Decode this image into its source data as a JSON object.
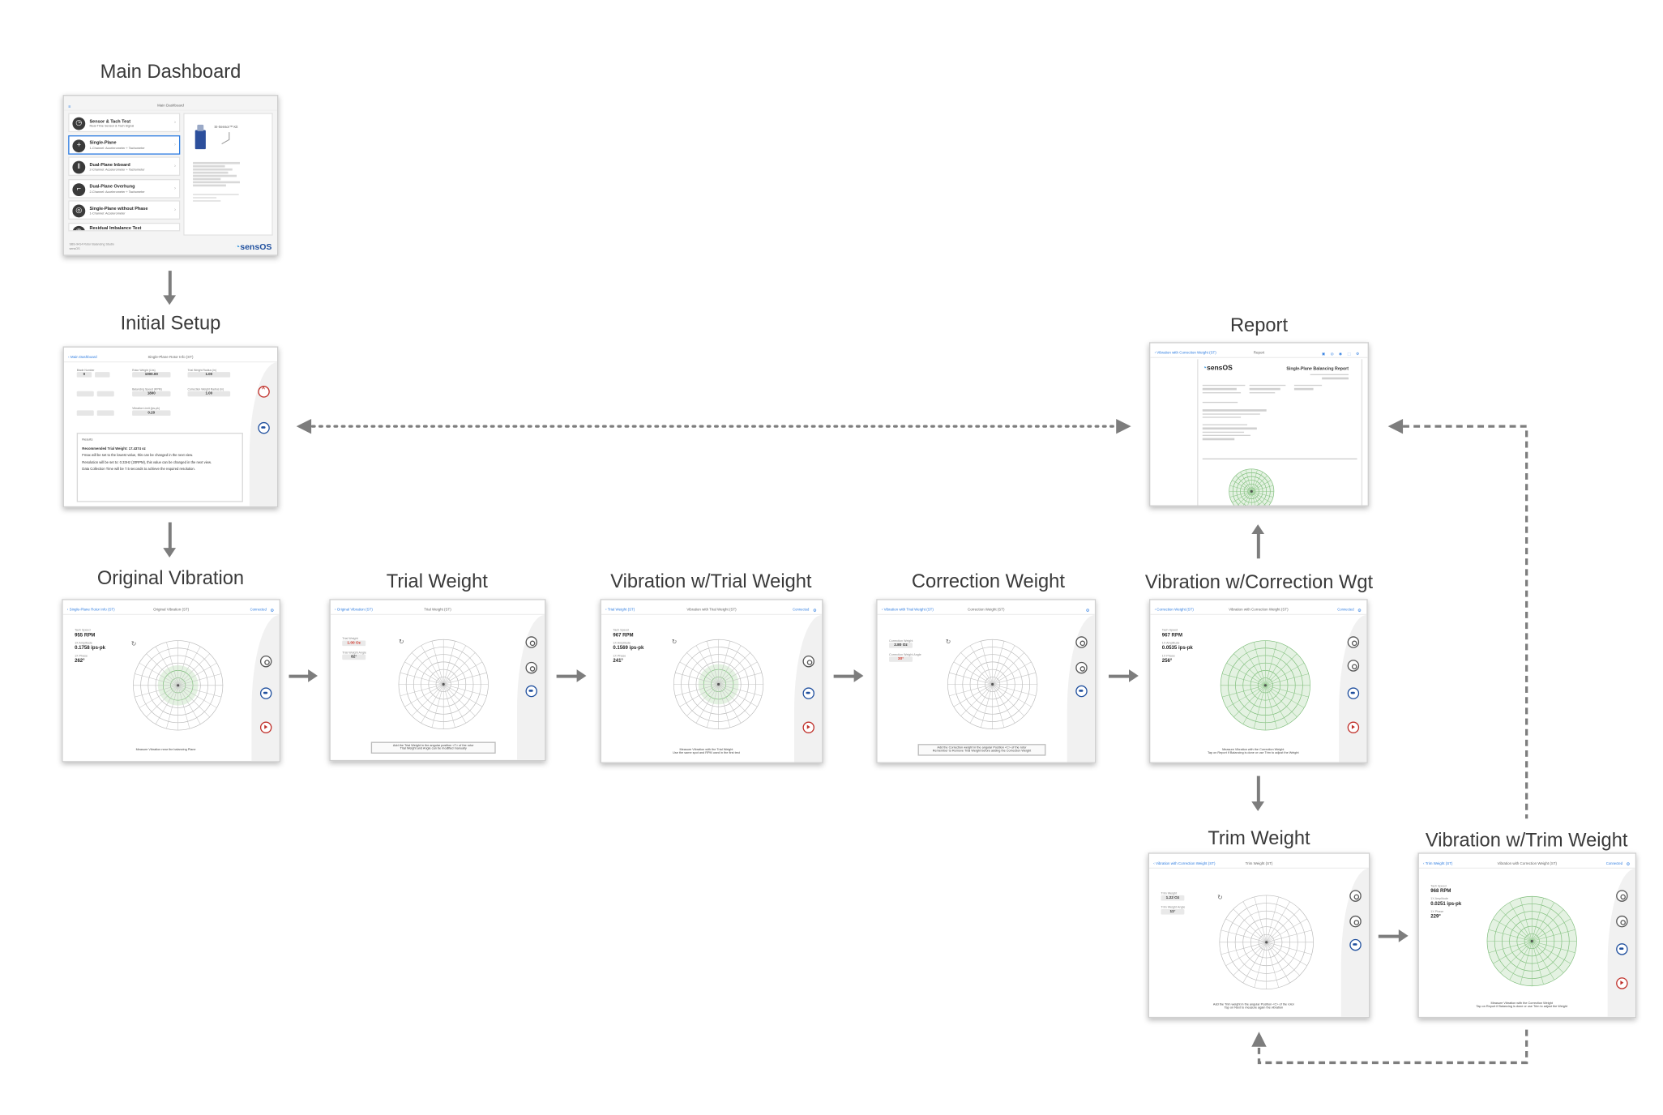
{
  "nodes": {
    "main_dashboard": {
      "title": "Main Dashboard"
    },
    "initial_setup": {
      "title": "Initial Setup"
    },
    "original_vibration": {
      "title": "Original Vibration"
    },
    "trial_weight": {
      "title": "Trial Weight"
    },
    "vibration_trial_weight": {
      "title": "Vibration w/Trial Weight"
    },
    "correction_weight": {
      "title": "Correction Weight"
    },
    "vibration_correction_wgt": {
      "title": "Vibration w/Correction Wgt"
    },
    "report": {
      "title": "Report"
    },
    "trim_weight": {
      "title": "Trim Weight"
    },
    "vibration_trim_weight": {
      "title": "Vibration w/Trim Weight"
    }
  },
  "dashboard": {
    "nav_title": "Main Dashboard",
    "menu": [
      {
        "title": "Sensor & Tach Test",
        "subtitle": "Real-Time Sensor & Tach Signal",
        "icon": "◷"
      },
      {
        "title": "Single-Plane",
        "subtitle": "1-Channel: Accelerometer + Tachometer",
        "icon": "+"
      },
      {
        "title": "Dual-Plane Inboard",
        "subtitle": "2-Channel: Accelerometer + Tachometer",
        "icon": "‖"
      },
      {
        "title": "Dual-Plane Overhung",
        "subtitle": "2-Channel: Accelerometer + Tachometer",
        "icon": "⌐"
      },
      {
        "title": "Single-Plane without Phase",
        "subtitle": "1-Channel: Accelerometer",
        "icon": "◎"
      },
      {
        "title": "Residual Imbalance Test",
        "subtitle": "",
        "icon": "◉"
      }
    ],
    "detail_label": "SI-Sensor™ Kit",
    "footer_line1": "SBS-9414 Rotor Balancing Studio",
    "footer_line2": "sensOS",
    "logo": {
      "mark": "◔",
      "text": "sensOS"
    }
  },
  "setup": {
    "back_label": "Main Dashboard",
    "nav_title": "Single-Plane Rotor Info (ST)",
    "fields": [
      {
        "label": "Blade Number",
        "value": "0"
      },
      {
        "label": "Rotor Weight (Lbs)",
        "value": "1000.00"
      },
      {
        "label": "Trial Weight Radius (in)",
        "value": "1.00"
      },
      {
        "label": "Balancing Speed (RPM)",
        "value": "1800"
      },
      {
        "label": "Correction Weight Radius (in)",
        "value": "1.00"
      },
      {
        "label": "Vibration Limit (ips-pk)",
        "value": "0.20"
      }
    ],
    "results_title": "Results",
    "results_lines": [
      "Recommended Trial Weight: 17.4374 oz",
      "Fmax will be set to the lowest value, this can be changed in the next view.",
      "Resolution will be set to: 0.33Hz (20RPM), this value can be changed in the next view.",
      "Data Collection Time will be 7.5 seconds to achieve the required resolution."
    ]
  },
  "original": {
    "back_label": "Single-Plane Rotor Info (ST)",
    "nav_title": "Original Vibration (ST)",
    "conn": "Connected",
    "speed_label": "Tach Speed",
    "speed": "955 RPM",
    "amp_label": "1X Amplitude",
    "amp": "0.1758 ips-pk",
    "phase_label": "1X Phase",
    "phase": "262°",
    "footer": "Measure Vibration near the balancing Plane"
  },
  "trial": {
    "back_label": "Original Vibration (ST)",
    "nav_title": "Trial Weight (ST)",
    "weight_label": "Trial Weight",
    "weight": "1.00 Oz",
    "angle_label": "Trial Weight Angle",
    "angle": "82°",
    "footer1": "Add the Trial Weight in the angular position <T> of the rotor",
    "footer2": "Trial Weight and Angle can be modified manually"
  },
  "vtrial": {
    "back_label": "Trial Weight (ST)",
    "nav_title": "Vibration with Trial Weight (ST)",
    "conn": "Connected",
    "speed_label": "Tach Speed",
    "speed": "967 RPM",
    "amp_label": "1X Amplitude",
    "amp": "0.1569 ips-pk",
    "phase_label": "1X Phase",
    "phase": "241°",
    "footer1": "Measure Vibration with the Trial Weight",
    "footer2": "Use the same spot and RPM used in the first test"
  },
  "correction": {
    "back_label": "Vibration with Trial Weight (ST)",
    "nav_title": "Correction Weight (ST)",
    "weight_label": "Correction Weight",
    "weight": "2.80 Oz",
    "angle_label": "Correction Weight Angle",
    "angle": "30°",
    "footer1": "Add the Correction weight in the angular Position <C> of the rotor",
    "footer2": "Remember to Remove Trial Weight before adding the Correction Weight"
  },
  "vcorrection": {
    "back_label": "Correction Weight (ST)",
    "nav_title": "Vibration with Correction Weight (ST)",
    "conn": "Connected",
    "speed_label": "Tach Speed",
    "speed": "967 RPM",
    "amp_label": "1X Amplitude",
    "amp": "0.0535 ips-pk",
    "phase_label": "1X Phase",
    "phase": "256°",
    "footer1": "Measure Vibration with the Correction Weight",
    "footer2": "Tap on Report if Balancing is done or use Trim to adjust the Weight"
  },
  "report": {
    "back_label": "Vibration with Correction Weight (ST)",
    "nav_title": "Report",
    "logo_text": "sensOS",
    "report_title": "Single-Plane Balancing Report"
  },
  "trim": {
    "back_label": "Vibration with Correction Weight (ST)",
    "nav_title": "Trim Weight (ST)",
    "weight_label": "Trim Weight",
    "weight": "1.22 Oz",
    "angle_label": "Trim Weight Angle",
    "angle": "11°",
    "footer1": "Add the Trim weight in the angular Position <C> of the rotor",
    "footer2": "Tap on Next to measure again the vibration"
  },
  "vtrim": {
    "back_label": "Trim Weight (ST)",
    "nav_title": "Vibration with Correction Weight (ST)",
    "conn": "Connected",
    "speed_label": "Tach Speed",
    "speed": "968 RPM",
    "amp_label": "1X Amplitude",
    "amp": "0.0251 ips-pk",
    "phase_label": "1X Phase",
    "phase": "229°",
    "footer1": "Measure Vibration with the Correction Weight",
    "footer2": "Tap on Report if Balancing is done or use Trim to adjust the Weight"
  },
  "colors": {
    "arrow": "#7d7d7d",
    "ios_blue": "#2f7de1",
    "polar_green": "#5aa85a",
    "alert_red": "#d4382c"
  }
}
